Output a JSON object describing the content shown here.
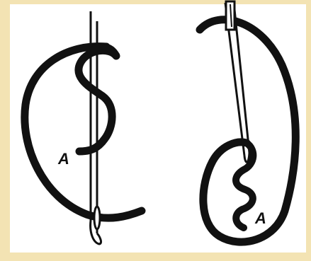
{
  "colors": {
    "frame": "#f3e3b3",
    "paper": "#ffffff",
    "ink": "#111111"
  },
  "figures": [
    {
      "name": "left-needle-thread",
      "label": "A"
    },
    {
      "name": "right-needle-thread",
      "label": "A"
    }
  ]
}
